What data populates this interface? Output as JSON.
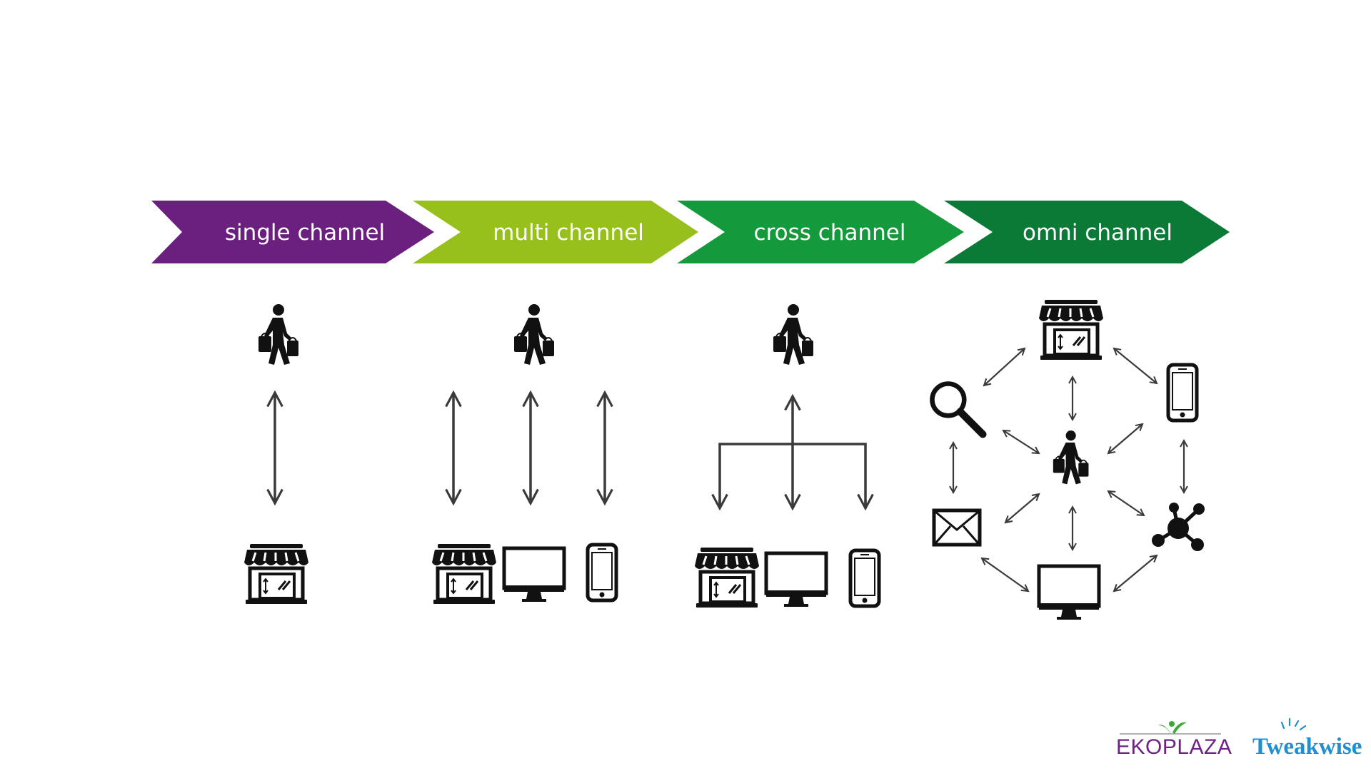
{
  "stages": [
    {
      "label": "single channel",
      "color": "#6b207f"
    },
    {
      "label": "multi channel",
      "color": "#97c01c"
    },
    {
      "label": "cross channel",
      "color": "#149a3c"
    },
    {
      "label": "omni channel",
      "color": "#0b7a37"
    }
  ],
  "icons": {
    "shopper": "shopper-icon",
    "store": "store-icon",
    "desktop": "desktop-icon",
    "phone": "phone-icon",
    "search": "magnifier-icon",
    "mail": "envelope-icon",
    "social": "network-icon"
  },
  "logos": {
    "ekoplaza": "EKOPLAZA",
    "ekoplaza_color": "#6c2381",
    "tweakwise": "Tweakwise",
    "tweakwise_color": "#1f8fd1"
  }
}
